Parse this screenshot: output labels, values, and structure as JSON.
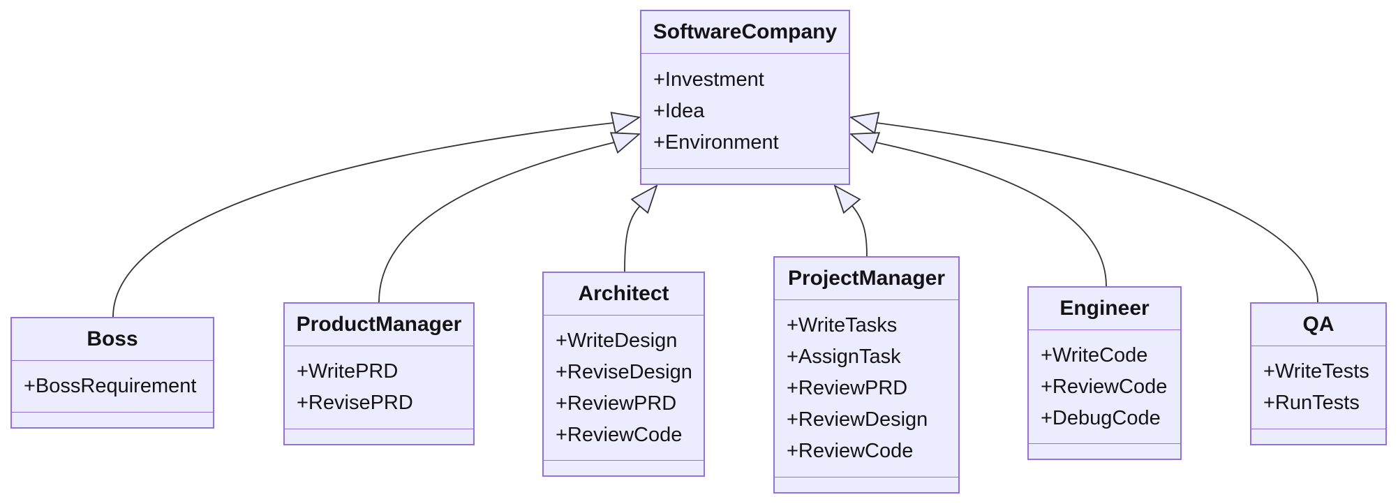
{
  "diagram": {
    "kind": "uml-class-diagram",
    "colors": {
      "background": "#ffffff",
      "node_fill": "#ECECFF",
      "node_border": "#9370DB",
      "edge": "#333333",
      "text": "#131313"
    },
    "classes": [
      {
        "id": "softwareCompany",
        "name": "SoftwareCompany",
        "attributes": [
          "+Investment",
          "+Idea",
          "+Environment"
        ]
      },
      {
        "id": "boss",
        "name": "Boss",
        "attributes": [
          "+BossRequirement"
        ]
      },
      {
        "id": "productManager",
        "name": "ProductManager",
        "attributes": [
          "+WritePRD",
          "+RevisePRD"
        ]
      },
      {
        "id": "architect",
        "name": "Architect",
        "attributes": [
          "+WriteDesign",
          "+ReviseDesign",
          "+ReviewPRD",
          "+ReviewCode"
        ]
      },
      {
        "id": "projectManager",
        "name": "ProjectManager",
        "attributes": [
          "+WriteTasks",
          "+AssignTask",
          "+ReviewPRD",
          "+ReviewDesign",
          "+ReviewCode"
        ]
      },
      {
        "id": "engineer",
        "name": "Engineer",
        "attributes": [
          "+WriteCode",
          "+ReviewCode",
          "+DebugCode"
        ]
      },
      {
        "id": "qa",
        "name": "QA",
        "attributes": [
          "+WriteTests",
          "+RunTests"
        ]
      }
    ],
    "relationships": [
      {
        "from": "Boss",
        "to": "SoftwareCompany",
        "type": "inheritance"
      },
      {
        "from": "ProductManager",
        "to": "SoftwareCompany",
        "type": "inheritance"
      },
      {
        "from": "Architect",
        "to": "SoftwareCompany",
        "type": "inheritance"
      },
      {
        "from": "ProjectManager",
        "to": "SoftwareCompany",
        "type": "inheritance"
      },
      {
        "from": "Engineer",
        "to": "SoftwareCompany",
        "type": "inheritance"
      },
      {
        "from": "QA",
        "to": "SoftwareCompany",
        "type": "inheritance"
      }
    ]
  }
}
